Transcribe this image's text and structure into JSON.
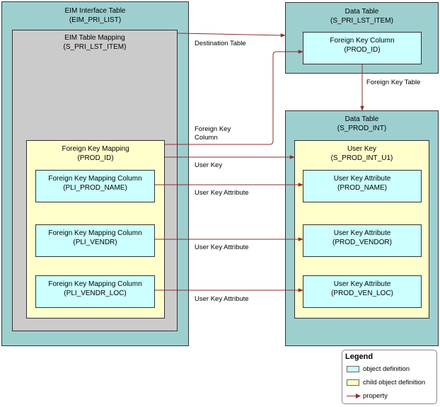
{
  "eim_interface_table": {
    "line1": "EIM Interface Table",
    "line2": "(EIM_PRI_LIST)"
  },
  "eim_table_mapping": {
    "line1": "EIM Table Mapping",
    "line2": "(S_PRI_LST_ITEM)"
  },
  "foreign_key_mapping": {
    "line1": "Foreign Key  Mapping",
    "line2": "(PROD_ID)"
  },
  "fk_mapping_columns": [
    {
      "line1": "Foreign Key Mapping Column",
      "line2": "(PLI_PROD_NAME)"
    },
    {
      "line1": "Foreign Key Mapping Column",
      "line2": "(PLI_VENDR)"
    },
    {
      "line1": "Foreign Key Mapping Column",
      "line2": "(PLI_VENDR_LOC)"
    }
  ],
  "data_table_top": {
    "line1": "Data Table",
    "line2": "(S_PRI_LST_ITEM)"
  },
  "foreign_key_column": {
    "line1": "Foreign Key Column",
    "line2": "(PROD_ID)"
  },
  "data_table_bottom": {
    "line1": "Data Table",
    "line2": "(S_PROD_INT)"
  },
  "user_key": {
    "line1": "User Key",
    "line2": "(S_PROD_INT_U1)"
  },
  "user_key_attributes": [
    {
      "line1": "User Key Attribute",
      "line2": "(PROD_NAME)"
    },
    {
      "line1": "User Key Attribute",
      "line2": "(PROD_VENDOR)"
    },
    {
      "line1": "User Key Attribute",
      "line2": "(PROD_VEN_LOC)"
    }
  ],
  "edge_labels": {
    "destination_table": "Destination Table",
    "foreign_key_table": "Foreign Key Table",
    "foreign_key_column_line1": "Foreign Key",
    "foreign_key_column_line2": "Column",
    "user_key": "User Key",
    "user_key_attribute_1": "User Key Attribute",
    "user_key_attribute_2": "User Key Attribute",
    "user_key_attribute_3": "User Key Attribute"
  },
  "legend": {
    "title": "Legend",
    "object_definition": "object definition",
    "child_object_definition": "child object definition",
    "property": "property"
  },
  "colors": {
    "teal": "#9ecfcf",
    "gray": "#cbcbcb",
    "yellow": "#ffffcc",
    "cyan": "#ccffff",
    "arrow": "#8b2f2f"
  }
}
